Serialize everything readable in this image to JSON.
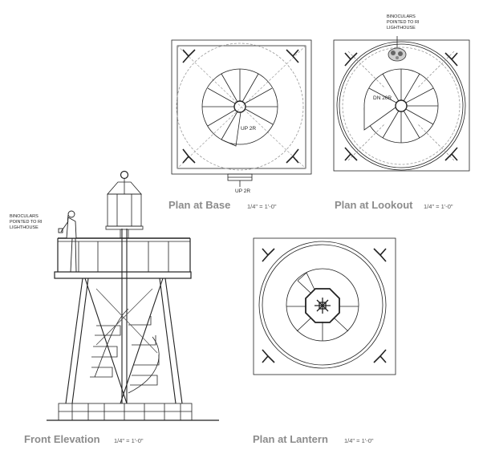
{
  "drawing": {
    "views": [
      {
        "title": "Plan at Base",
        "scale": "1/4\" = 1'-0\"",
        "notes": [
          "UP 2R",
          "UP 2R"
        ]
      },
      {
        "title": "Plan at Lookout",
        "scale": "1/4\" = 1'-0\"",
        "notes": [
          "DN 20R"
        ]
      },
      {
        "title": "Front Elevation",
        "scale": "1/4\" = 1'-0\""
      },
      {
        "title": "Plan at Lantern",
        "scale": "1/4\" = 1'-0\""
      }
    ],
    "callouts": [
      {
        "lines": [
          "BINOCULARS",
          "POINTED TO RI",
          "LIGHTHOUSE"
        ]
      },
      {
        "lines": [
          "BINOCULARS",
          "POINTED TO RI",
          "LIGHTHOUSE"
        ]
      }
    ]
  },
  "colors": {
    "line": "#222222",
    "title": "#8c8c8c",
    "hidden": "#9a9a9a"
  }
}
